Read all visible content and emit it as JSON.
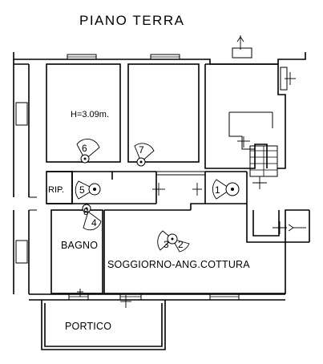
{
  "title": "PIANO TERRA",
  "rooms": {
    "height_note": "H=3.09m.",
    "rip": "RIP.",
    "bagno": "BAGNO",
    "soggiorno": "SOGGIORNO-ANG.COTTURA",
    "portico": "PORTICO"
  },
  "markers": {
    "m1": "1",
    "m2": "2",
    "m3": "3",
    "m4": "4",
    "m5": "5",
    "m6": "6",
    "m7": "7",
    "m8": "8"
  }
}
